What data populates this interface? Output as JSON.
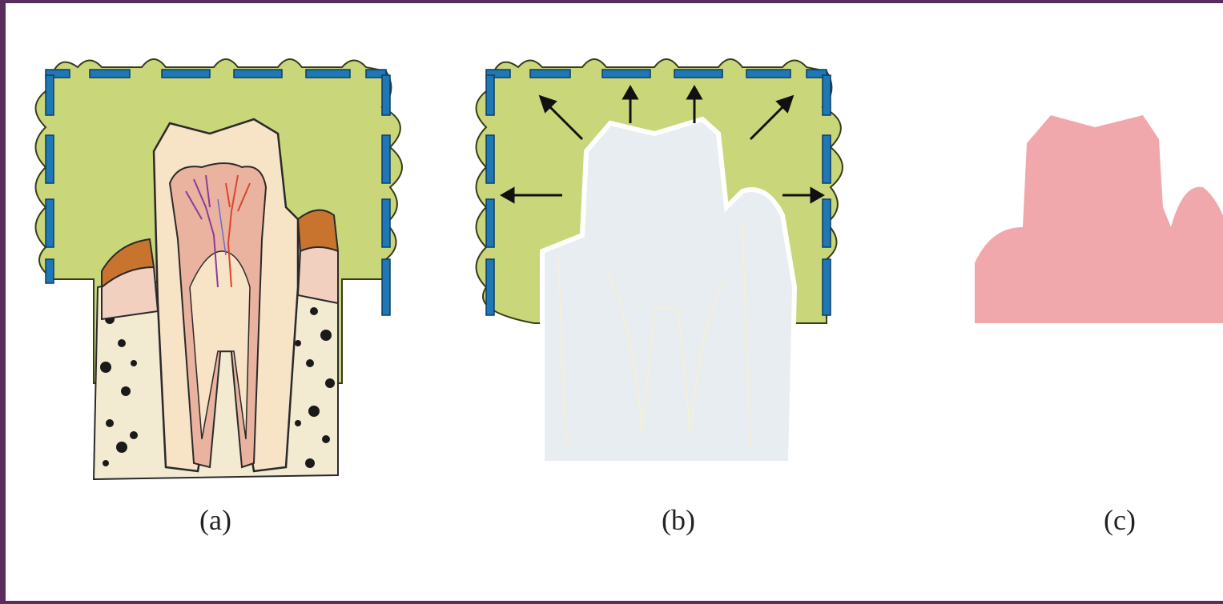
{
  "captions": {
    "a": "(a)",
    "b": "(b)",
    "c": "(c)"
  },
  "colors": {
    "frame": "#5b2d5f",
    "gel": "#c9d77a",
    "bump_border": "#3a3a1a",
    "mold_blue": "#1f77b4",
    "tooth_enamel": "#f7e3c6",
    "pulp": "#e9b3a0",
    "gum": "#c8742f",
    "bone": "#f3ead2",
    "ghost_tooth": "#e8edf2",
    "cast": "#f0a8ad"
  }
}
